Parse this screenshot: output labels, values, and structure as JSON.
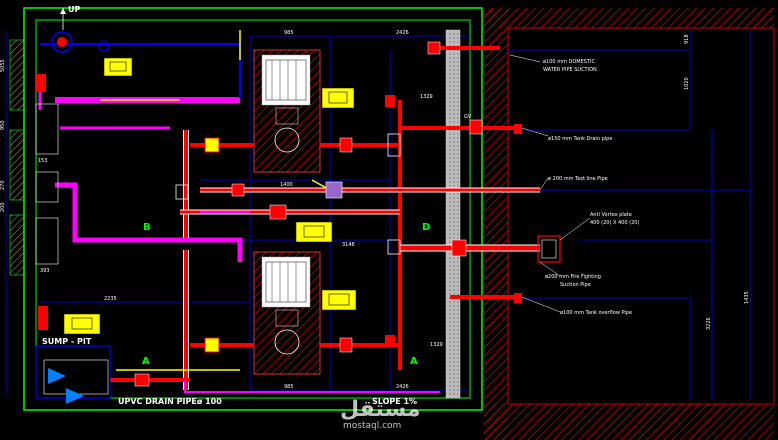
{
  "colors": {
    "background": "#000000",
    "wall": "#00ff00",
    "water_pipe": "#0000ff",
    "fire_pipe": "#ff0000",
    "drain_pipe": "#ff00ff",
    "hatch": "#ff0000",
    "yellow": "#ffff00"
  },
  "labels": {
    "up": "UP",
    "suction": "ø100 mm DOMESTIC\nWATER PIPE SUCTION",
    "tank_drain": "ø150 mm Tank Drain pipe",
    "test_line": "ø 200 mm Test line Pipe",
    "anti_vortex": "Anti Vortex plate\n400 (20) X 400 (20)",
    "fire_suction": "ø200 mm Fire Fighting\nSuction Pipe",
    "tank_overflow": "ø100 mm Tank overflow Pipe",
    "sump_pit": "SUMP - PIT",
    "upvc_drain": "UPVC DRAIN PIPEø 100",
    "slope": "SLOPE 1%",
    "gv": "GV",
    "section_a": "A",
    "section_b": "B",
    "section_d": "D"
  },
  "dimensions": {
    "d_985_top": "985",
    "d_2426_top": "2426",
    "d_1329_top": "1329",
    "d_1400": "1400",
    "d_3148": "3148",
    "d_2235": "2235",
    "d_1329_bot": "1329",
    "d_985_bot": "985",
    "d_2426_bot": "2426",
    "d_1435": "1435",
    "d_3226": "3226",
    "d_1020": "1020",
    "d_5055": "5055",
    "d_153": "153",
    "d_393": "393",
    "d_918": "918",
    "d_270": "270",
    "d_200": "200",
    "d_950": "950"
  },
  "watermark": {
    "arabic": "مستقل",
    "latin": "mostaql.com"
  }
}
